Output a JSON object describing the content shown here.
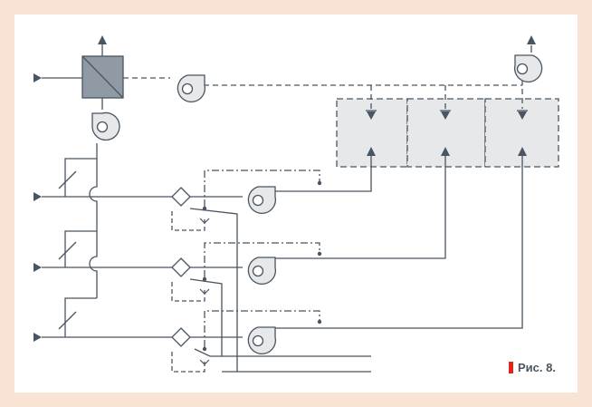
{
  "caption": {
    "text": "Рис. 8."
  },
  "colors": {
    "frame_background": "#f9e3d5",
    "panel_background": "#ffffff",
    "line": "#4a5562",
    "unit_fill": "#e6e8ea",
    "exchanger_fill": "#8f9aa5",
    "caption_marker": "#e2231a"
  },
  "components": {
    "supply_inlets": 4,
    "heat_exchanger": 1,
    "fans": 6,
    "filters": 3,
    "dampers": 3,
    "zone_units": 3
  }
}
